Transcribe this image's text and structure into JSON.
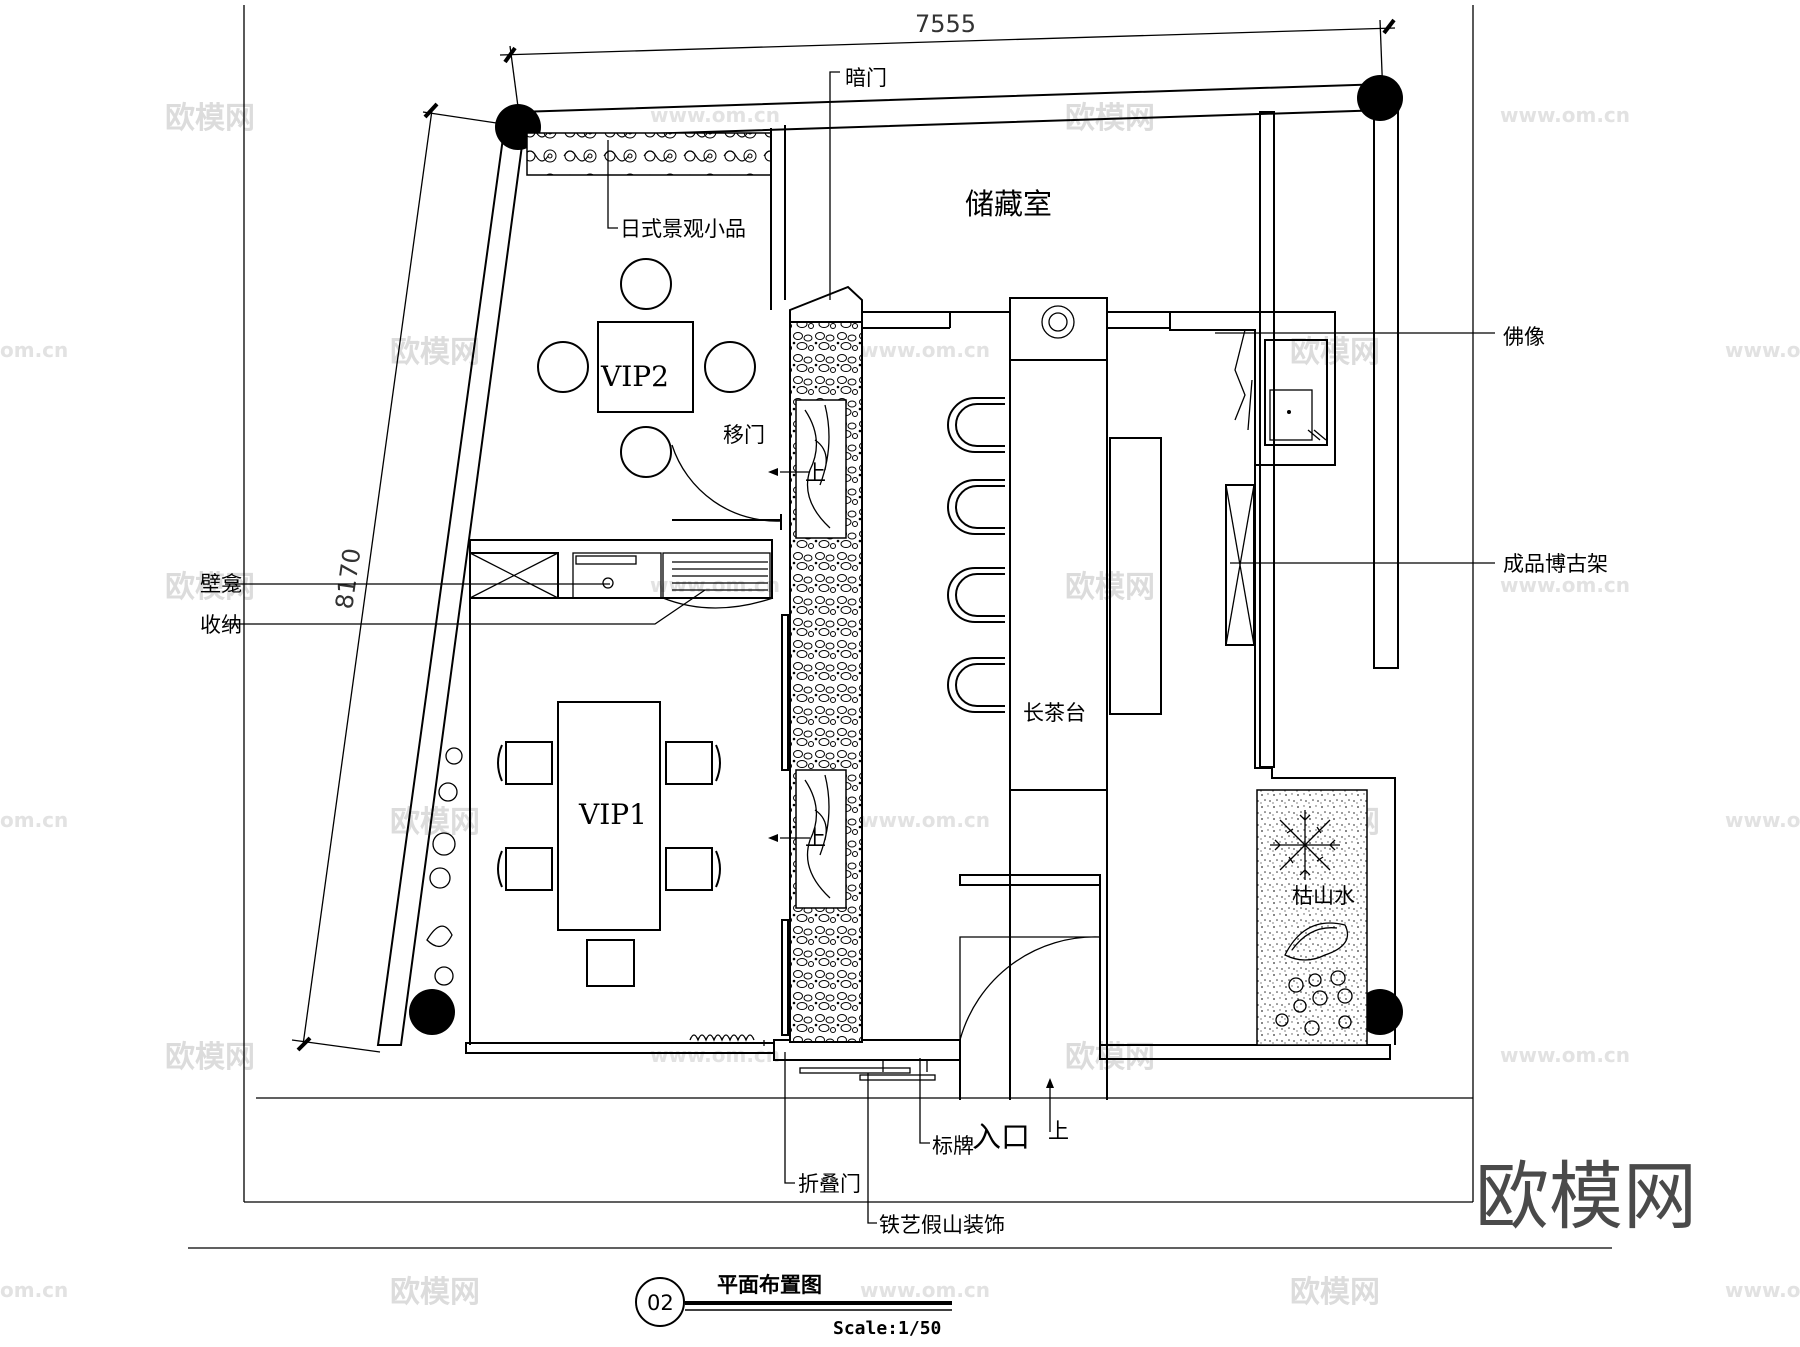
{
  "dimensions": {
    "top": "7555",
    "left": "8170"
  },
  "rooms": {
    "storage": "储藏室",
    "vip2": "VIP2",
    "vip1": "VIP1",
    "tea_bar": "长茶台",
    "dry_garden": "枯山水",
    "entrance": "入口"
  },
  "callouts": {
    "hidden_door": "暗门",
    "japanese_landscape": "日式景观小品",
    "sliding_door": "移门",
    "up_1": "上",
    "up_2": "上",
    "up_3": "上",
    "wall_niche": "壁龛",
    "storage_cabinet": "收纳",
    "buddha_statue": "佛像",
    "display_shelf": "成品博古架",
    "signboard": "标牌",
    "folding_door": "折叠门",
    "iron_rockery": "铁艺假山装饰"
  },
  "title_block": {
    "number": "02",
    "title": "平面布置图",
    "scale": "Scale:1/50"
  },
  "watermark": {
    "text": "欧模网",
    "url": "www.om.cn",
    "partial_url": "om.cn"
  }
}
